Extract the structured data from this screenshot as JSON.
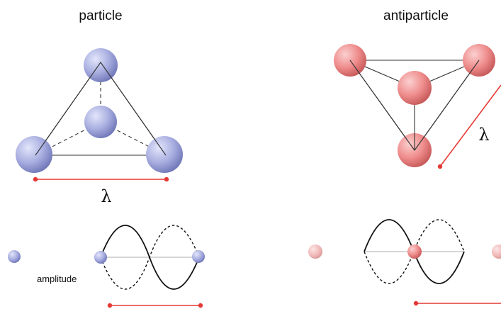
{
  "labels": {
    "particle_title": "particle",
    "antiparticle_title": "antiparticle",
    "wavelength_symbol": "λ",
    "amplitude_label": "amplitude"
  },
  "colors": {
    "particle_sphere": "#a7addf",
    "antiparticle_sphere": "#ef8c8c",
    "scale_bar": "#e53935",
    "edges": "#333333",
    "wave": "#111111"
  }
}
